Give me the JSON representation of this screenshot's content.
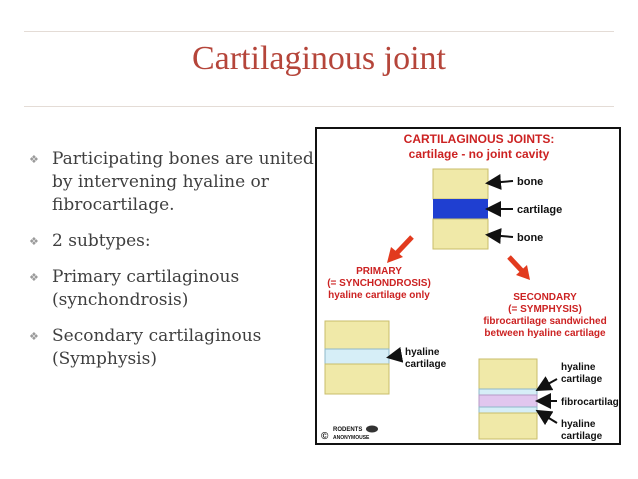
{
  "slide": {
    "title": "Cartilaginous joint",
    "bullets": [
      "Participating bones are united by intervening hyaline or fibrocartilage.",
      "2 subtypes:",
      "Primary cartilaginous (synchondrosis)",
      "Secondary cartilaginous (Symphysis)"
    ],
    "bullet_icon": "diamond-ornament-icon"
  },
  "figure": {
    "header_line1": "CARTILAGINOUS JOINTS:",
    "header_line2": "cartilage - no joint cavity",
    "label_bone_top": "bone",
    "label_cartilage": "cartilage",
    "label_bone_bottom": "bone",
    "primary_line1": "PRIMARY",
    "primary_line2": "(= SYNCHONDROSIS)",
    "primary_line3": "hyaline cartilage only",
    "secondary_line1": "SECONDARY",
    "secondary_line2": "(= SYMPHYSIS)",
    "secondary_line3": "fibrocartilage sandwiched",
    "secondary_line4": "between hyaline cartilage",
    "primary_label1": "hyaline",
    "primary_label2": "cartilage",
    "sec_label_hyaline_top1": "hyaline",
    "sec_label_hyaline_top2": "cartilage",
    "sec_label_fibro": "fibrocartilage",
    "sec_label_hyaline_bot1": "hyaline",
    "sec_label_hyaline_bot2": "cartilage",
    "credit_line1": "RODENTS",
    "credit_line2": "ANONYMOUSE",
    "copyright_symbol": "©",
    "colors": {
      "title": "#b5453a",
      "header": "#cc2222",
      "bone": "#f0e9a8",
      "bone_edge": "#c9bd6a",
      "cartilage": "#1f3fd1",
      "hyaline": "#d6eef7",
      "fibro": "#e1c6ee",
      "arrow": "#e23a1e"
    }
  }
}
